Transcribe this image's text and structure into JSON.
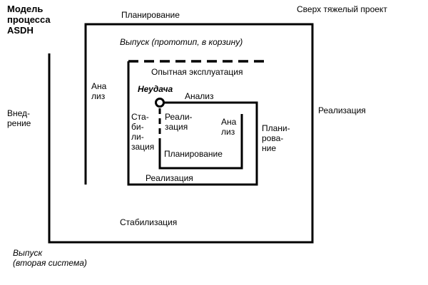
{
  "diagram": {
    "title": "Модель\nпроцесса\nASDH",
    "top_right": "Сверх тяжелый проект",
    "outer": {
      "top": "Планирование",
      "right": "Реализация",
      "bottom": "Стабилизация",
      "left": "Внед-\nрение"
    },
    "release_prototype": "Выпуск (прототип, в корзину)",
    "pilot": "Опытная эксплуатация",
    "middle": {
      "left": "Ана\nлиз",
      "bottom": "Реализация"
    },
    "failure": "Неудача",
    "inner": {
      "top": "Анализ",
      "right": "Плани-\nрова-\nние",
      "left": "Ста-\nби-\nли-\nзация"
    },
    "core": {
      "realization": "Реали-\nзация",
      "analysis": "Ана\nлиз",
      "planning": "Планирование"
    },
    "release_second": "Выпуск\n(вторая система)"
  }
}
